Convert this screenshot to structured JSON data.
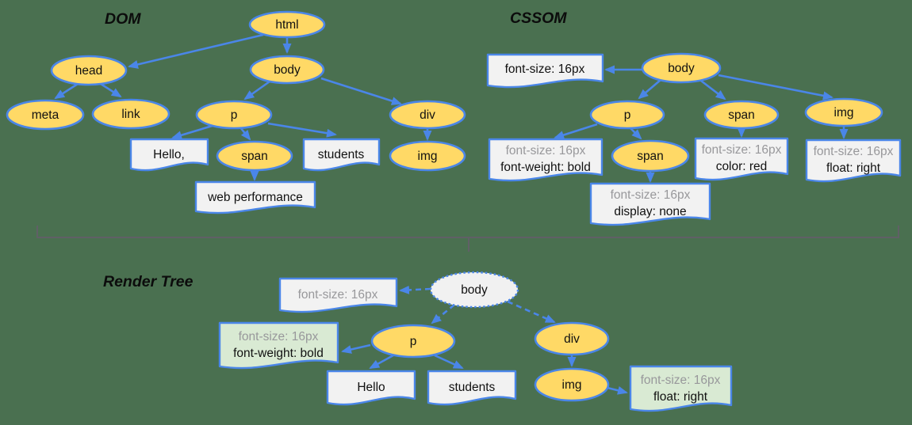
{
  "background_color": "#4A7050",
  "colors": {
    "node_fill_yellow": "#FFD966",
    "stroke_blue": "#4A86E8",
    "box_fill_gray": "#F2F2F2",
    "box_fill_green": "#D9EAD3",
    "muted_text_gray": "#98989B",
    "text_black": "#111111",
    "bracket_gray": "#606066"
  },
  "dom": {
    "title": "DOM",
    "nodes": {
      "html": "html",
      "head": "head",
      "body": "body",
      "meta": "meta",
      "link": "link",
      "p": "p",
      "span": "span",
      "div": "div",
      "img": "img"
    },
    "text_nodes": {
      "hello": "Hello,",
      "students": "students",
      "web_performance": "web performance"
    }
  },
  "cssom": {
    "title": "CSSOM",
    "nodes": {
      "body": "body",
      "p": "p",
      "span": "span",
      "span_in_p": "span",
      "img": "img"
    },
    "rules": {
      "body": {
        "line1": "font-size: 16px"
      },
      "p": {
        "line1": "font-size: 16px",
        "line2": "font-weight: bold"
      },
      "span": {
        "line1": "font-size: 16px",
        "line2": "color: red"
      },
      "span_in_p": {
        "line1": "font-size: 16px",
        "line2": "display: none"
      },
      "img": {
        "line1": "font-size: 16px",
        "line2": "float: right"
      }
    }
  },
  "render_tree": {
    "title": "Render Tree",
    "nodes": {
      "body": "body",
      "p": "p",
      "div": "div",
      "img": "img"
    },
    "text_nodes": {
      "hello": "Hello",
      "students": "students"
    },
    "rules": {
      "body": {
        "line1": "font-size: 16px"
      },
      "p": {
        "line1": "font-size: 16px",
        "line2": "font-weight: bold"
      },
      "img": {
        "line1": "font-size: 16px",
        "line2": "float: right"
      }
    }
  }
}
